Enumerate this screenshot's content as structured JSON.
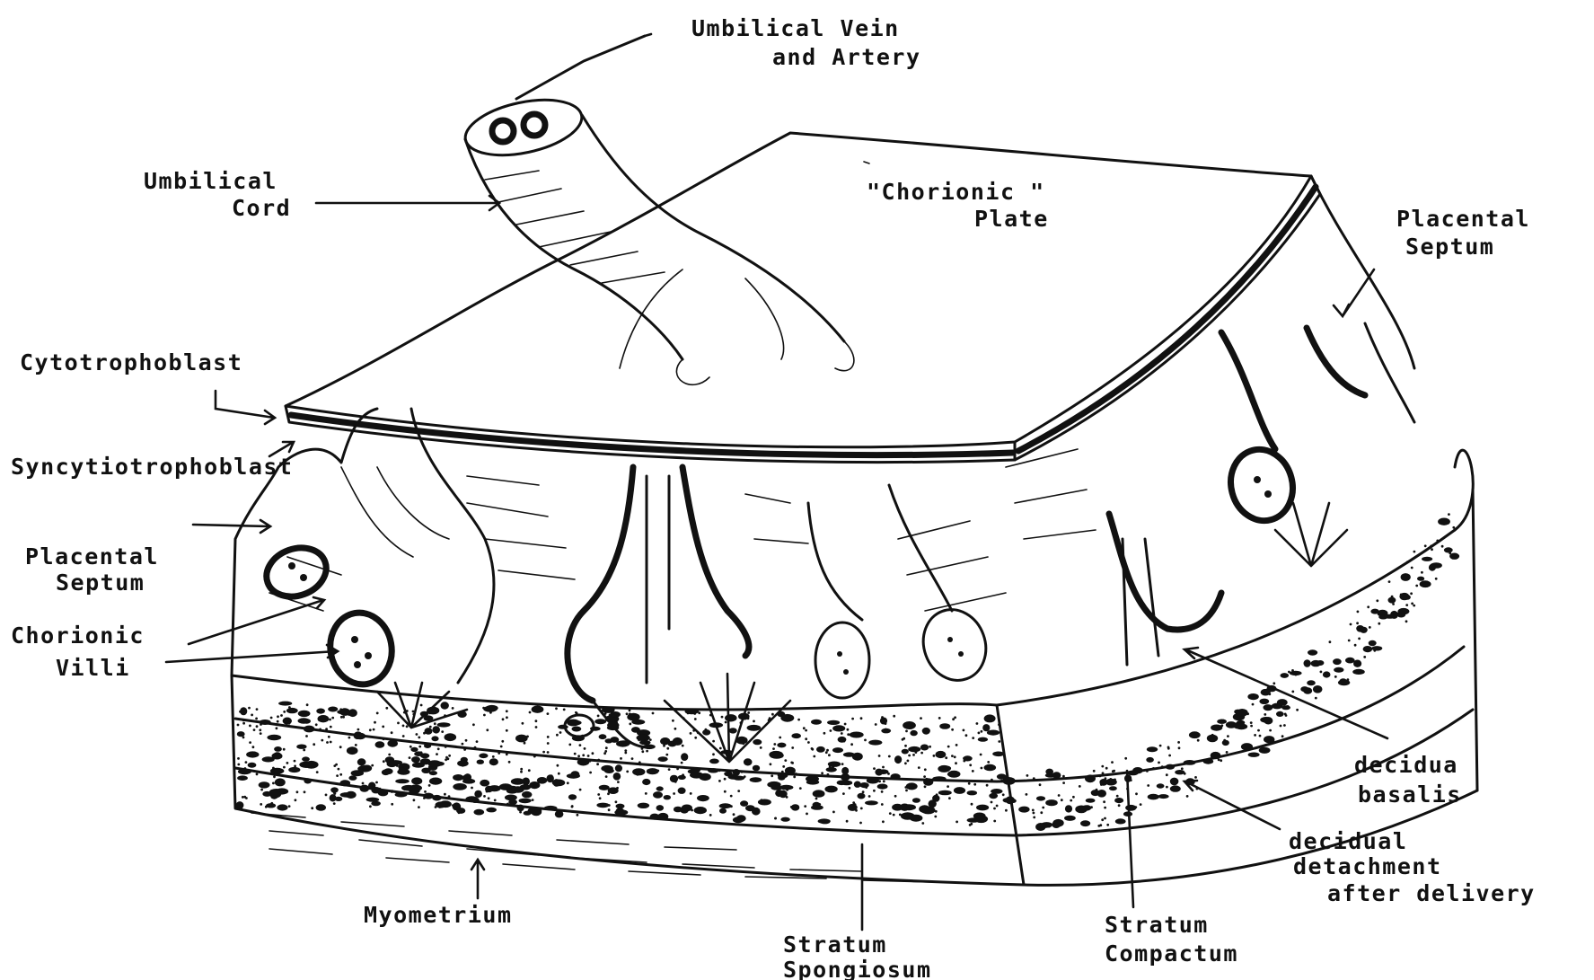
{
  "labels": {
    "umbilical_vein_artery_line1": "Umbilical Vein",
    "umbilical_vein_artery_line2": "and Artery",
    "umbilical_cord_line1": "Umbilical",
    "umbilical_cord_line2": "Cord",
    "chorionic_plate_line1": "\"Chorionic \"",
    "chorionic_plate_line2": "Plate",
    "placental_septum_right_line1": "Placental",
    "placental_septum_right_line2": "Septum",
    "cytotrophoblast": "Cytotrophoblast",
    "syncytiotrophoblast": "Syncytiotrophoblast",
    "placental_septum_left_line1": "Placental",
    "placental_septum_left_line2": "Septum",
    "chorionic_villi_line1": "Chorionic",
    "chorionic_villi_line2": "Villi",
    "decidua_basalis_line1": "decidua",
    "decidua_basalis_line2": "basalis",
    "decidual_detachment_line1": "decidual",
    "decidual_detachment_line2": "detachment",
    "decidual_detachment_line3": "after delivery",
    "myometrium": "Myometrium",
    "stratum_spongiosum_line1": "Stratum",
    "stratum_spongiosum_line2": "Spongiosum",
    "stratum_compactum_line1": "Stratum",
    "stratum_compactum_line2": "Compactum"
  },
  "colors": {
    "ink": "#111111",
    "paper": "#ffffff"
  }
}
